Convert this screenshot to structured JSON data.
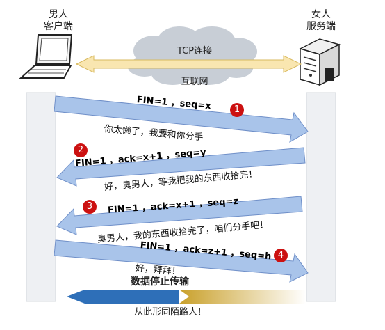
{
  "client": {
    "line1": "男人",
    "line2": "客户端"
  },
  "server": {
    "line1": "女人",
    "line2": "服务端"
  },
  "cloud": {
    "top": "TCP连接",
    "bottom": "互联网"
  },
  "steps": [
    {
      "num": "1",
      "header": "FIN=1 ，seq=x",
      "message": "你太懒了，我要和你分手"
    },
    {
      "num": "2",
      "header": "FIN=1 ，ack=x+1 ，seq=y",
      "message": "好，臭男人，等我把我的东西收拾完！"
    },
    {
      "num": "3",
      "header": "FIN=1 ，ack=x+1 ，seq=z",
      "message": "臭男人，我的东西收拾完了，咱们分手吧！"
    },
    {
      "num": "4",
      "header": "FIN=1 ，ack=z+1 ，seq=h",
      "message": "好，拜拜！"
    }
  ],
  "footer": {
    "stop": "数据停止传输",
    "bye": "从此形同陌路人！"
  },
  "colors": {
    "arrow": "#a9c4ea",
    "arrow_stroke": "#6f8fc8",
    "bar": "#eef0f3",
    "badge": "#cc1111",
    "blue_arrow": "#2e6fb8",
    "gold_arrow": "#c9a02a",
    "cloud": "#c8ced6"
  }
}
